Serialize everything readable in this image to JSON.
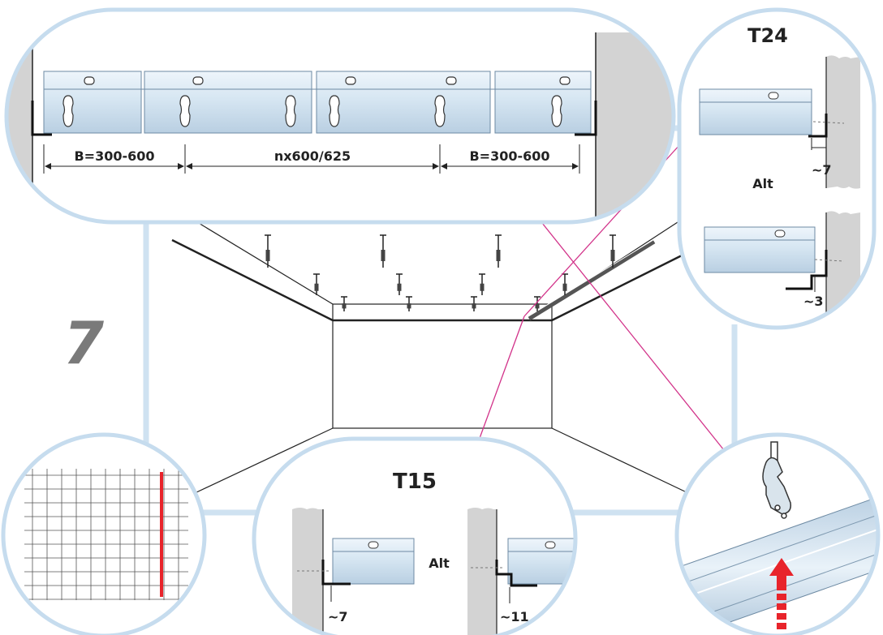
{
  "step_number": "7",
  "top_detail": {
    "dim_left": "B=300-600",
    "dim_middle": "nx600/625",
    "dim_right": "B=300-600"
  },
  "t24_detail": {
    "title": "T24",
    "gap_primary": "~7",
    "alt_label": "Alt",
    "gap_alt": "~3"
  },
  "t15_detail": {
    "title": "T15",
    "gap_primary": "~7",
    "alt_label": "Alt",
    "gap_alt": "~11"
  },
  "colors": {
    "bubble_outline": "#c6dcee",
    "connector": "#cfe2f1",
    "guide_line": "#d2338a",
    "rail_fill": "#dbe9f4",
    "wall_fill": "#d3d3d3",
    "highlight": "#e8242b",
    "ink": "#222222"
  },
  "icons": [
    "hanger-clip-icon",
    "up-arrow-icon",
    "grid-plan-icon"
  ]
}
